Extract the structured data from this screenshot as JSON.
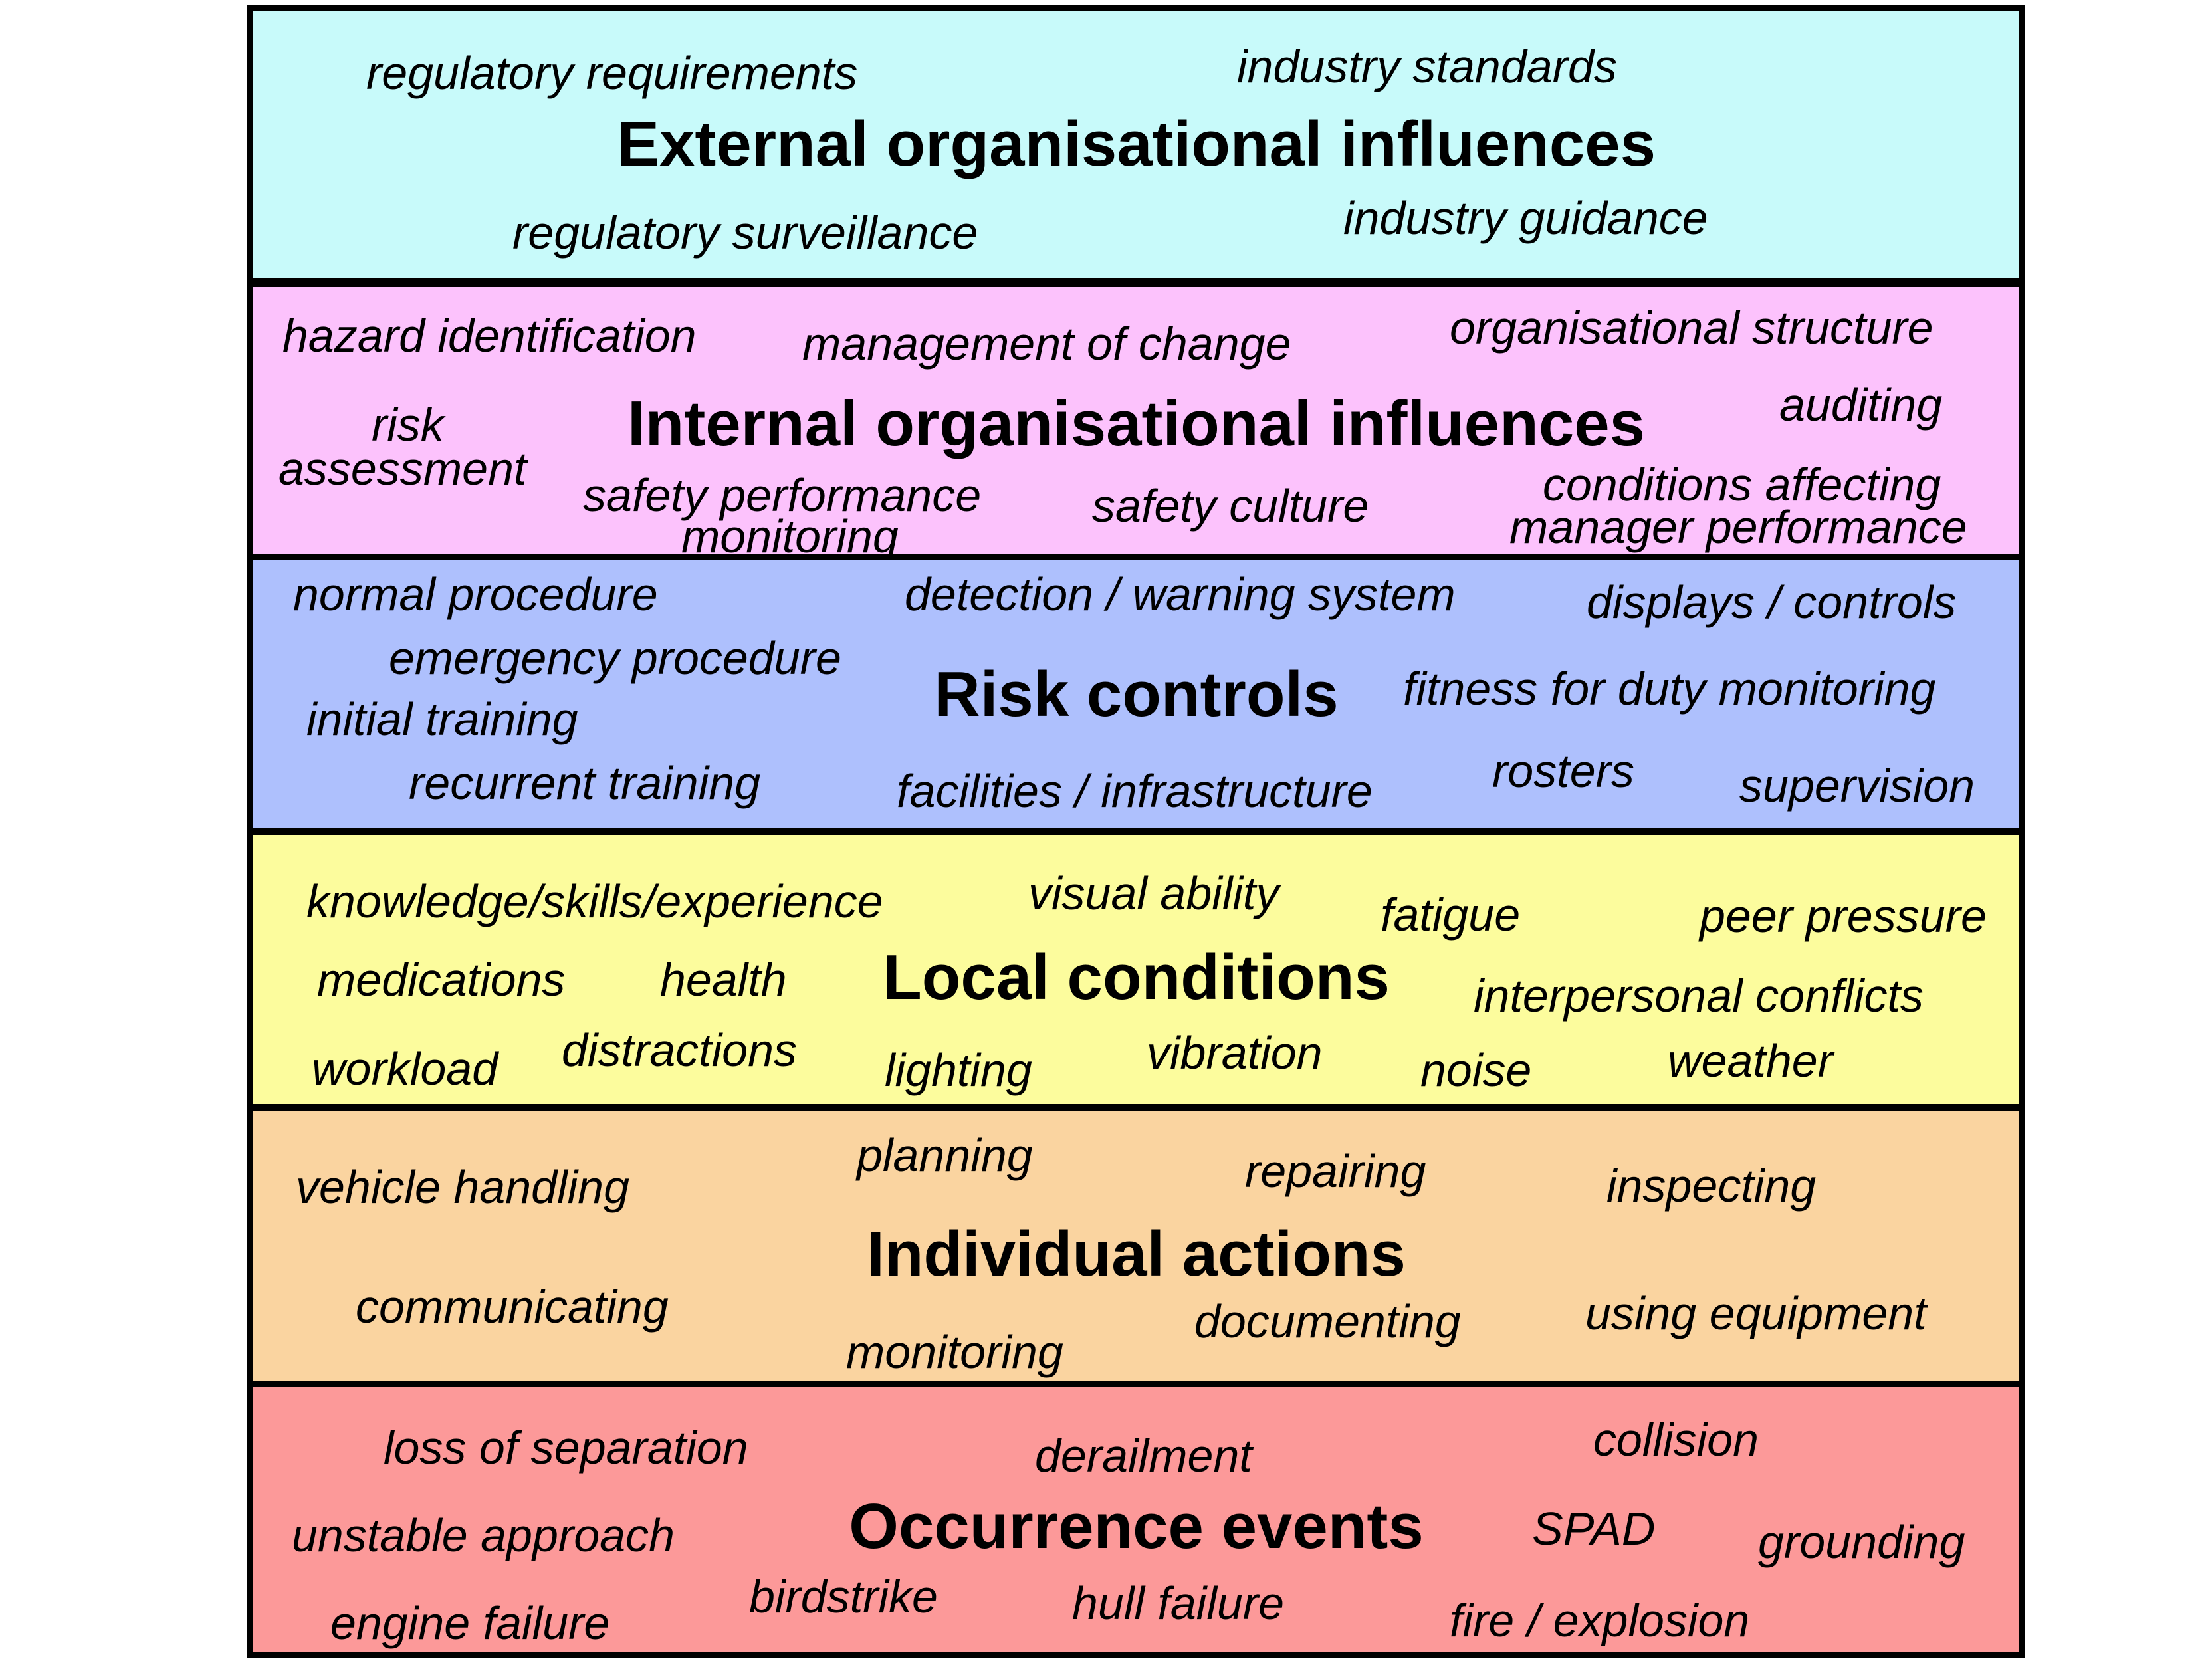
{
  "colors": {
    "external": "#c8fafa",
    "internal": "#fcc2fc",
    "risk": "#aec0fd",
    "local": "#fcfc9d",
    "individual": "#fad4a0",
    "occurrence": "#fc9999",
    "border": "#000000"
  },
  "bands": [
    {
      "title": "External organisational influences",
      "terms": [
        "regulatory requirements",
        "industry standards",
        "regulatory surveillance",
        "industry guidance"
      ]
    },
    {
      "title": "Internal organisational influences",
      "terms": [
        "hazard identification",
        "management of change",
        "organisational structure",
        "risk",
        "assessment",
        "auditing",
        "safety performance",
        "monitoring",
        "safety culture",
        "conditions affecting",
        "manager performance"
      ]
    },
    {
      "title": "Risk controls",
      "terms": [
        "normal procedure",
        "detection / warning system",
        "displays / controls",
        "emergency procedure",
        "initial training",
        "fitness for duty monitoring",
        "recurrent training",
        "facilities / infrastructure",
        "rosters",
        "supervision"
      ]
    },
    {
      "title": "Local conditions",
      "terms": [
        "knowledge/skills/experience",
        "visual ability",
        "fatigue",
        "peer pressure",
        "medications",
        "health",
        "interpersonal conflicts",
        "workload",
        "distractions",
        "lighting",
        "vibration",
        "noise",
        "weather"
      ]
    },
    {
      "title": "Individual actions",
      "terms": [
        "vehicle handling",
        "planning",
        "repairing",
        "inspecting",
        "communicating",
        "monitoring",
        "documenting",
        "using equipment"
      ]
    },
    {
      "title": "Occurrence events",
      "terms": [
        "loss of separation",
        "derailment",
        "collision",
        "unstable approach",
        "SPAD",
        "grounding",
        "engine failure",
        "birdstrike",
        "hull failure",
        "fire / explosion"
      ]
    }
  ]
}
